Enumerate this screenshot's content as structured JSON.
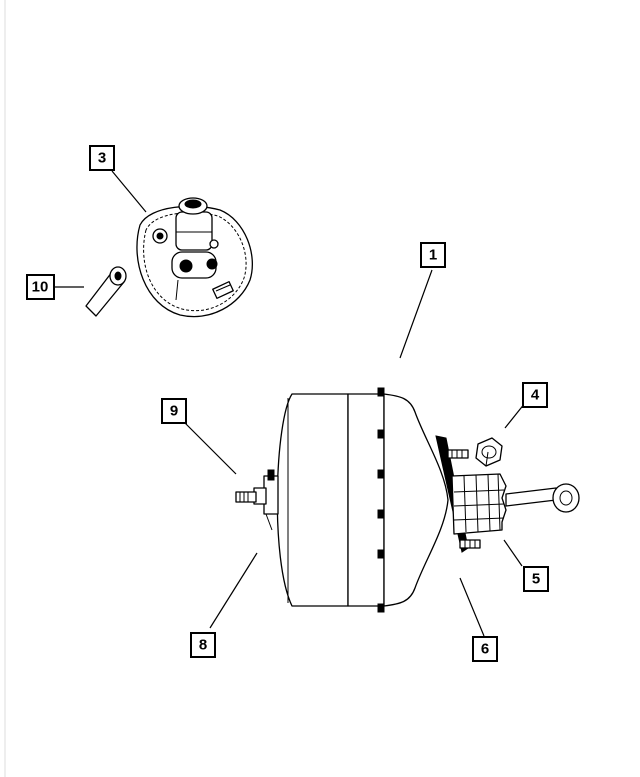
{
  "callouts": [
    {
      "id": "1",
      "label": "1"
    },
    {
      "id": "3",
      "label": "3"
    },
    {
      "id": "4",
      "label": "4"
    },
    {
      "id": "5",
      "label": "5"
    },
    {
      "id": "6",
      "label": "6"
    },
    {
      "id": "8",
      "label": "8"
    },
    {
      "id": "9",
      "label": "9"
    },
    {
      "id": "10",
      "label": "10"
    }
  ],
  "colors": {
    "line": "#000000",
    "background": "#ffffff"
  }
}
